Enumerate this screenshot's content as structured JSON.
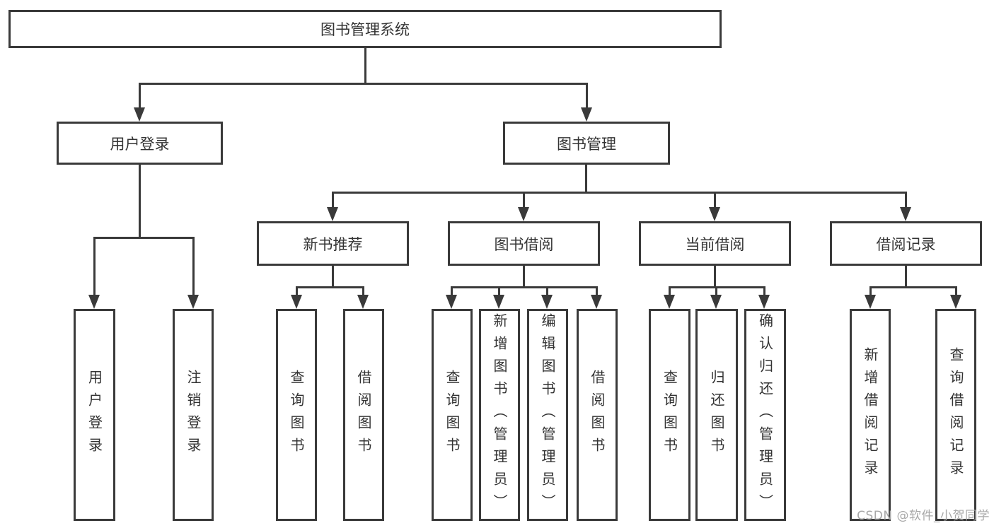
{
  "diagram": {
    "title_node": "图书管理系统",
    "level2": {
      "user_login": "用户登录",
      "book_management": "图书管理"
    },
    "level3": {
      "new_book_recommend": "新书推荐",
      "book_borrow": "图书借阅",
      "current_borrow": "当前借阅",
      "borrow_record": "借阅记录"
    },
    "leaves": {
      "user_login": [
        "用户登录",
        "注销登录"
      ],
      "new_book_recommend": [
        "查询图书",
        "借阅图书"
      ],
      "book_borrow": [
        "查询图书",
        "新增图书（管理员）",
        "编辑图书（管理员）",
        "借阅图书"
      ],
      "current_borrow": [
        "查询图书",
        "归还图书",
        "确认归还（管理员）"
      ],
      "borrow_record": [
        "新增借阅记录",
        "查询借阅记录"
      ]
    },
    "colors": {
      "line": "#3a3a3a",
      "text": "#333333",
      "box_background": "#ffffff",
      "watermark": "#a8a8a8"
    }
  },
  "watermark": "CSDN @软件_小贺同学"
}
